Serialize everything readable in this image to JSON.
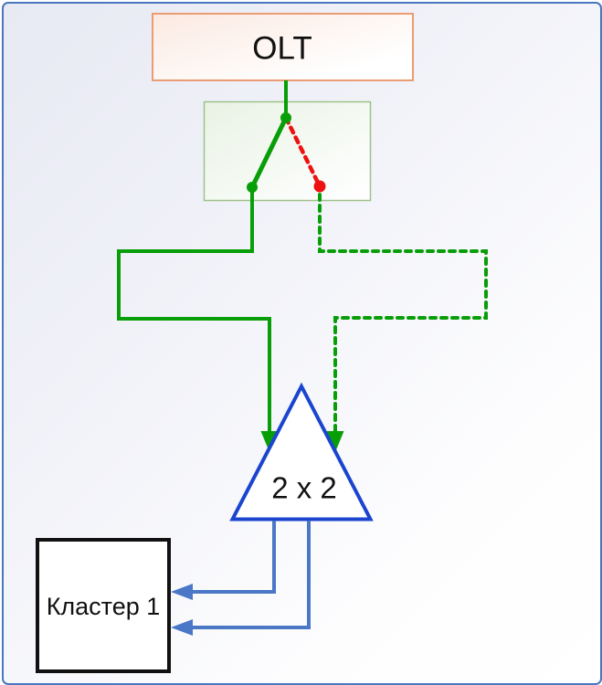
{
  "nodes": {
    "olt": {
      "label": "OLT"
    },
    "coupler": {
      "label": "2 x 2"
    },
    "cluster": {
      "label": "Кластер 1"
    }
  },
  "colors": {
    "frame_border": "#4a76c0",
    "background_top_left": "#e7e9f3",
    "background_bottom_right": "#ffffff",
    "green_link": "#089e08",
    "fault_link": "#ee1111",
    "drop_link": "#4a77c6",
    "coupler_border": "#1b45ce",
    "cluster_border": "#111111",
    "olt_border": "#eb9c72",
    "olt_fill_from": "#fbe9e1",
    "olt_fill_to": "#ffffff",
    "switch_border": "#9dc289",
    "switch_fill_from": "#e9f2e4",
    "switch_fill_to": "#fdfefd"
  }
}
